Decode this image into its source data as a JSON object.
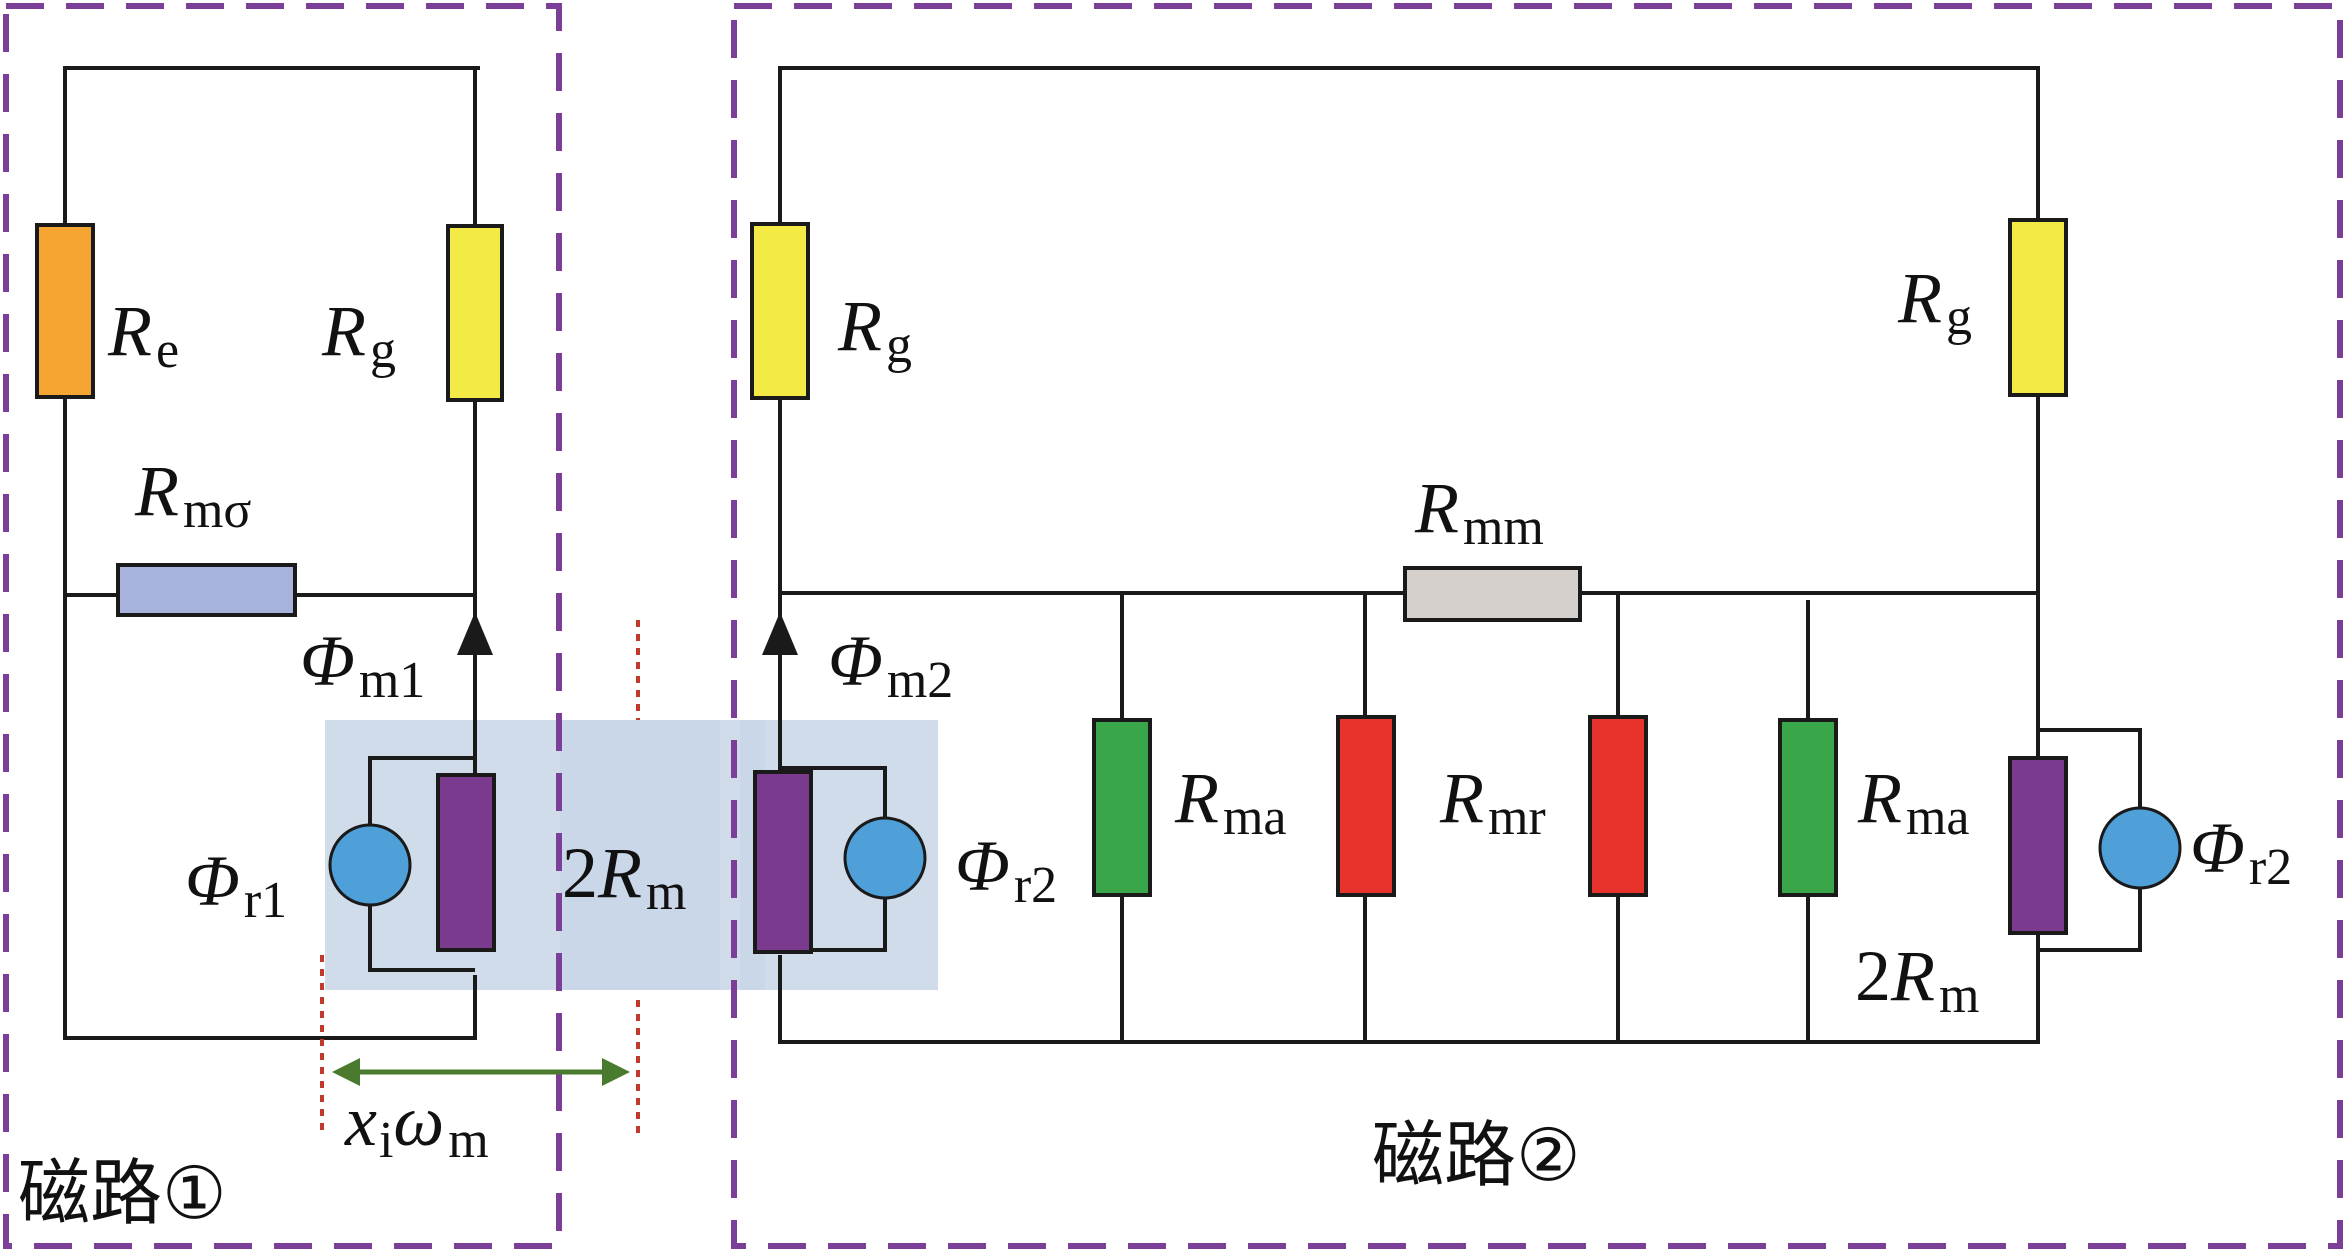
{
  "regions": {
    "left": {
      "label": "磁路①"
    },
    "right": {
      "label": "磁路②"
    }
  },
  "labels": {
    "Re": {
      "main": "R",
      "sub": "e"
    },
    "Rg1": {
      "main": "R",
      "sub": "g"
    },
    "Rm_sigma": {
      "main": "R",
      "sub": "mσ"
    },
    "Phi_m1": {
      "main": "Φ",
      "sub": "m1"
    },
    "Phi_r1": {
      "main": "Φ",
      "sub": "r1"
    },
    "twoRm_left": {
      "pre": "2",
      "main": "R",
      "sub": "m"
    },
    "Rg2": {
      "main": "R",
      "sub": "g"
    },
    "Phi_m2": {
      "main": "Φ",
      "sub": "m2"
    },
    "Phi_r2_left": {
      "main": "Φ",
      "sub": "r2"
    },
    "Rmm": {
      "main": "R",
      "sub": "mm"
    },
    "Rma1": {
      "main": "R",
      "sub": "ma"
    },
    "Rmr": {
      "main": "R",
      "sub": "mr"
    },
    "Rma2": {
      "main": "R",
      "sub": "ma"
    },
    "Rg3": {
      "main": "R",
      "sub": "g"
    },
    "Phi_r2_right": {
      "main": "Φ",
      "sub": "r2"
    },
    "twoRm_right": {
      "pre": "2",
      "main": "R",
      "sub": "m"
    },
    "displacement": {
      "x": "x",
      "i": "i",
      "omega": "ω",
      "sub": "m"
    }
  },
  "colors": {
    "region_border": "#7b3f98",
    "wire": "#1a1a1a",
    "Re": "#f5a531",
    "Rg": "#f3ea45",
    "Rm_sigma": "#a8b3dd",
    "Rmm": "#d6d0cc",
    "Rm": "#7a3a8e",
    "Rma": "#3aa64a",
    "Rmr": "#e8322c",
    "source": "#4f9fd8",
    "shade": "#c9d6e8",
    "dim_line": "#4a7a2e",
    "dotted": "#c0392b"
  }
}
